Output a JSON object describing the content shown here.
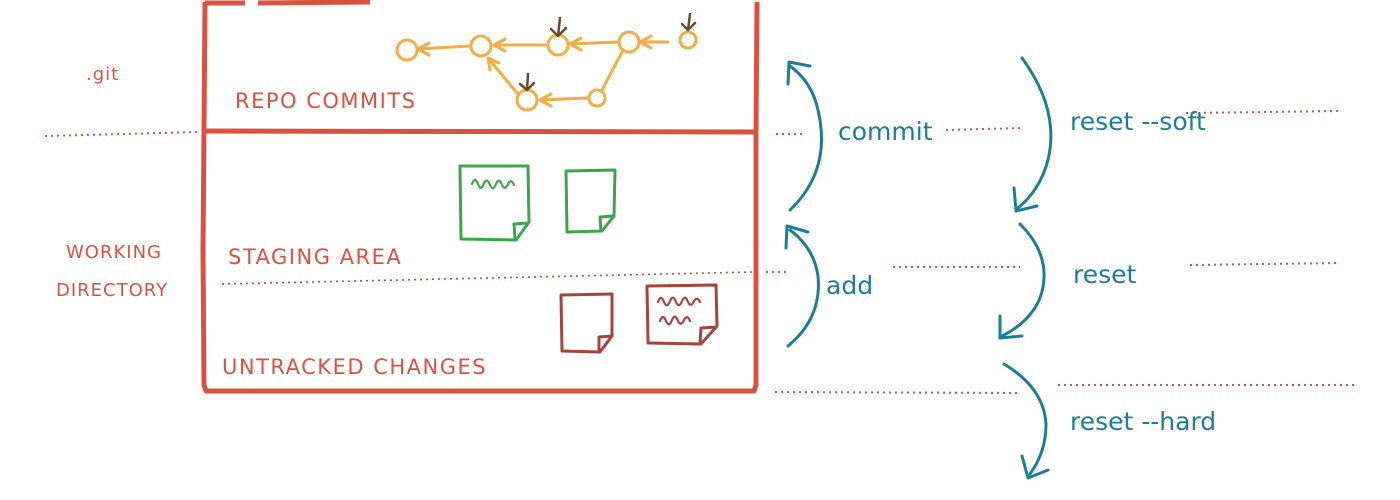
{
  "labels": {
    "git": ".git",
    "working_directory_line1": "WORKING",
    "working_directory_line2": "DIRECTORY",
    "repo_commits": "REPO COMMITS",
    "staging_area": "STAGING AREA",
    "untracked_changes": "UNTRACKED CHANGES"
  },
  "commands": {
    "commit": "commit",
    "add": "add",
    "reset_soft": "reset --soft",
    "reset": "reset",
    "reset_hard": "reset --hard"
  },
  "colors": {
    "frame": "#d9523e",
    "command": "#1a7f96",
    "commit_node": "#f2ad45",
    "head_marker": "#6b4a2a",
    "staged_file": "#3aa64a",
    "untracked_file": "#a8423a"
  },
  "icons": {
    "commit_nodes": "circle",
    "head_markers": "down-arrow",
    "staged_files": "document-icon",
    "untracked_files": "document-icon"
  }
}
